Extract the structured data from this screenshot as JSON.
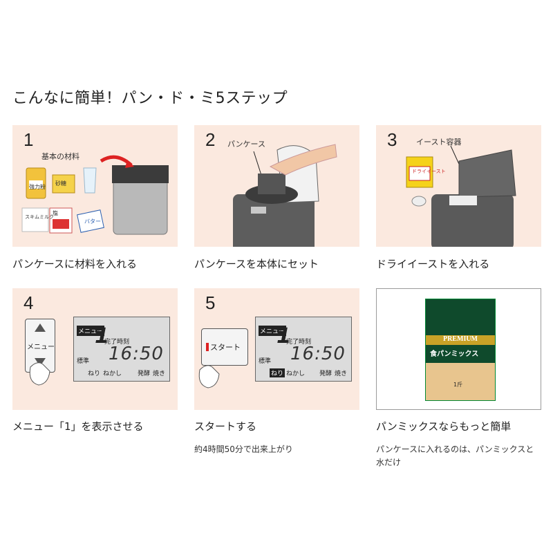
{
  "title": "こんなに簡単！パン・ド・ミ5ステップ",
  "steps": [
    {
      "number": "1",
      "label": "基本の材料",
      "caption": "パンケースに材料を入れる",
      "packages": {
        "flour": "強力粉",
        "sugar": "砂糖",
        "salt": "塩",
        "skim_milk": "スキムミルク",
        "butter": "バター"
      }
    },
    {
      "number": "2",
      "label": "パンケース",
      "caption": "パンケースを本体にセット"
    },
    {
      "number": "3",
      "label": "イースト容器",
      "caption": "ドライイーストを入れる",
      "package": "ドライイースト"
    },
    {
      "number": "4",
      "caption": "メニュー「1」を表示させる",
      "panel": {
        "menu_button": "メニュー",
        "menu_tag": "メニュー",
        "menu_number": "1",
        "finish_label": "完了時刻",
        "time": "16:50",
        "mode": "標準",
        "stages": [
          "ねり",
          "ねかし",
          "発酵",
          "焼き"
        ]
      }
    },
    {
      "number": "5",
      "caption": "スタートする",
      "note": "約4時間50分で出来上がり",
      "panel": {
        "start_button": "スタート",
        "menu_tag": "メニュー",
        "menu_number": "1",
        "finish_label": "完了時刻",
        "time": "16:50",
        "mode": "標準",
        "stages": [
          "ねり",
          "ねかし",
          "発酵",
          "焼き"
        ]
      }
    },
    {
      "caption": "パンミックスならもっと簡単",
      "note": "パンケースに入れるのは、パンミックスと水だけ",
      "product": {
        "brand": "PREMIUM",
        "name": "食パンミックス",
        "amount": "1斤"
      }
    }
  ]
}
